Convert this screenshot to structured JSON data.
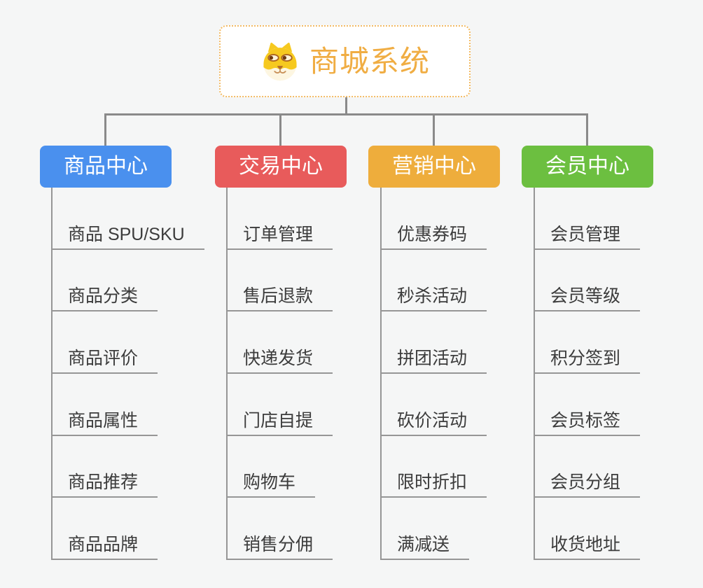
{
  "page": {
    "background_color": "#f5f6f6"
  },
  "root": {
    "title": "商城系统",
    "icon": "shiba-dog-icon",
    "text_color": "#f0ad43",
    "border_color": "#f3bb64"
  },
  "branches": [
    {
      "id": "product-center",
      "label": "商品中心",
      "color": "#4a90ee",
      "children": [
        "商品 SPU/SKU",
        "商品分类",
        "商品评价",
        "商品属性",
        "商品推荐",
        "商品品牌"
      ]
    },
    {
      "id": "trade-center",
      "label": "交易中心",
      "color": "#e85b5b",
      "children": [
        "订单管理",
        "售后退款",
        "快递发货",
        "门店自提",
        "购物车",
        "销售分佣"
      ]
    },
    {
      "id": "marketing-center",
      "label": "营销中心",
      "color": "#eead3c",
      "children": [
        "优惠券码",
        "秒杀活动",
        "拼团活动",
        "砍价活动",
        "限时折扣",
        "满减送"
      ]
    },
    {
      "id": "member-center",
      "label": "会员中心",
      "color": "#6cbf40",
      "children": [
        "会员管理",
        "会员等级",
        "积分签到",
        "会员标签",
        "会员分组",
        "收货地址"
      ]
    }
  ],
  "connector_color": "#8a8a8a",
  "leaf_line_color": "#969696",
  "leaf_text_color": "#3c3c3c"
}
